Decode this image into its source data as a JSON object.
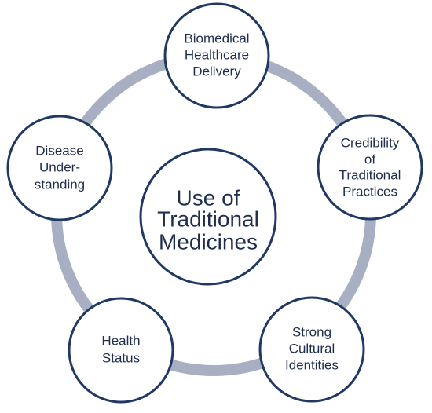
{
  "diagram": {
    "center": {
      "lines": [
        "Use of",
        "Traditional",
        "Medicines"
      ]
    },
    "nodes": [
      {
        "id": "biomedical",
        "lines": [
          "Biomedical",
          "Healthcare",
          "Delivery"
        ]
      },
      {
        "id": "credibility",
        "lines": [
          "Credibility",
          "of",
          "Traditional",
          "Practices"
        ]
      },
      {
        "id": "cultural",
        "lines": [
          "Strong",
          "Cultural",
          "Identities"
        ]
      },
      {
        "id": "health",
        "lines": [
          "Health",
          "Status"
        ]
      },
      {
        "id": "disease",
        "lines": [
          "Disease",
          "Under-",
          "standing"
        ]
      }
    ],
    "colors": {
      "ring": "#a9afc2",
      "circle_stroke": "#1f3864",
      "circle_fill": "#ffffff",
      "text": "#1f2d4e"
    }
  }
}
